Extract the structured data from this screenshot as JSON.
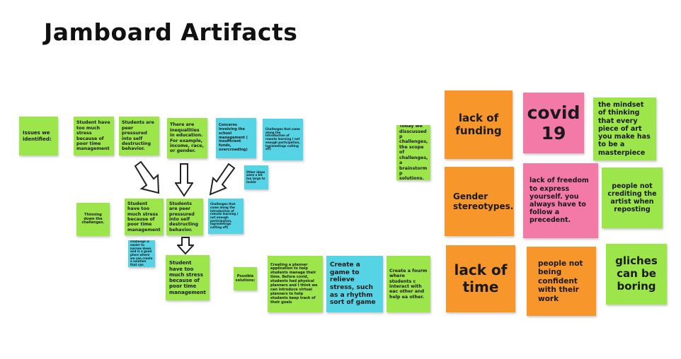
{
  "title": "Jamboard Artifacts",
  "colors": {
    "green": "#9ce54a",
    "cyan": "#57d3e6",
    "orange": "#f7962a",
    "pink": "#f379a6"
  },
  "notes": {
    "issues": "Issues we identified:",
    "stress1": "Student have too much stress because of poor time management",
    "pressured1": "Students are peer pressured into self destructing behavior.",
    "inequalities": "There are inequalities in education. For example, income, race, or gender.",
    "concerns": "Concerns involving the school management ( insufficient funds, overcrowding)",
    "challenges1": "Challenges that come along the introduction of remote learning ( not enough participation, lag/meetings cutting off)",
    "other_ideas": "Other ideas were a bit too large to tackle",
    "thinning": "Thinning down the challenges.",
    "stress2": "Student have too much stress because of poor time management",
    "pressured2": "Students are peer pressured into self destructing behavior.",
    "challenges2": "Challenges that come along the introduction of remote learning ( not enough participation, lag/meetings cutting off)",
    "easier_note": "This challenge is easier to narrow down and is a good place where we can create a solution that can actually help",
    "stress3": "Student have too much stress because of poor time management",
    "possible": "Possible solutions:",
    "planner": "Creating a planner application to help students manage their time. Before covid, students had physical planners and I think we can introduce virtual planners to help students keep track of their goals",
    "game": "Create a game to relieve stress, such as a rhythm sort of game",
    "forum": "Create a fourm where students c interact with eac other and help ea other.",
    "today": "Today we disscussed p challenges, the scope of challenges, a brainstorm p solutions.",
    "lack_funding": "lack of funding",
    "covid": "covid 19",
    "mindset": "the mindset of thinking that every piece of art you make has to be a masterpiece",
    "gender": "Gender stereotypes.",
    "freedom": "lack of freedom to express yourself. you always have to follow a precedent.",
    "crediting": "people not crediting the artist when reposting",
    "lack_time": "lack of time",
    "confident": "people not being confident with their work",
    "gliches": "gliches can be boring"
  }
}
